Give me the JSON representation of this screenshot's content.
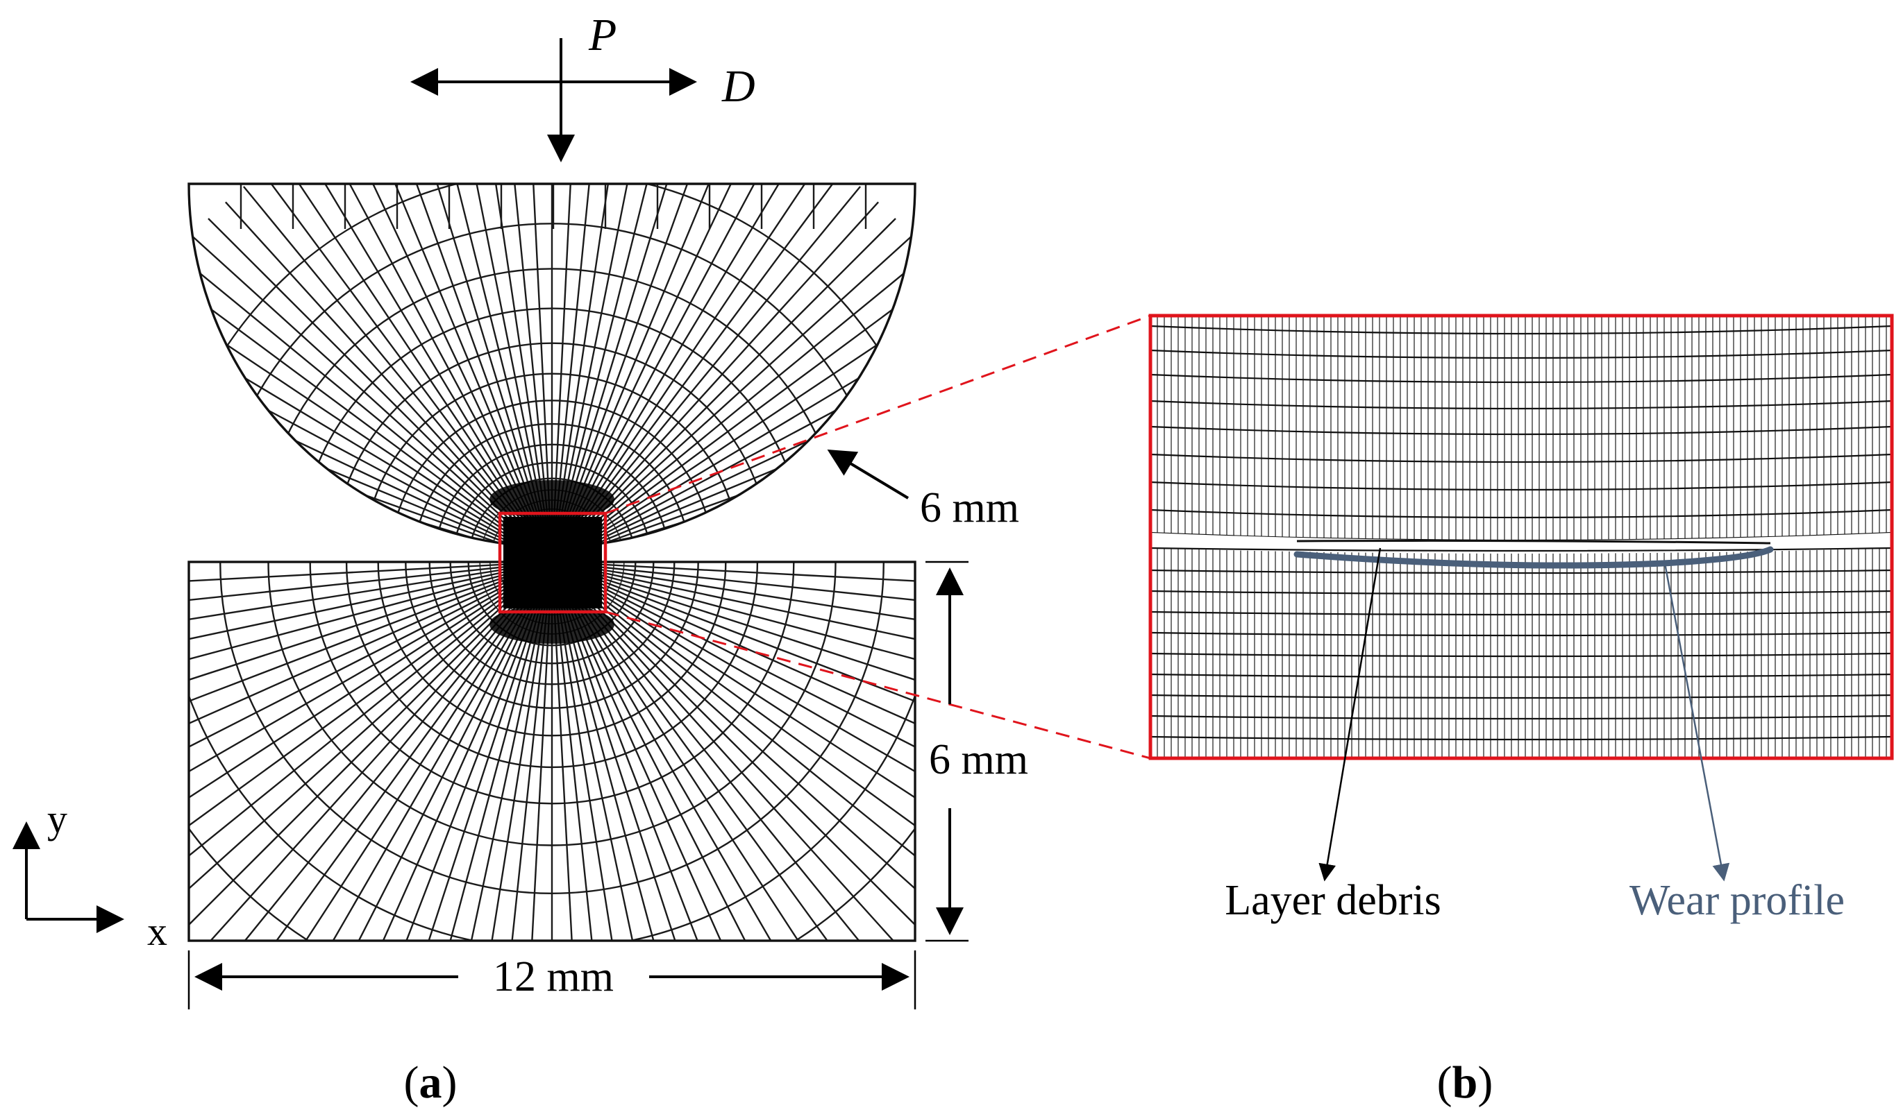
{
  "figure": {
    "load_label": "P",
    "direction_label": "D",
    "radius_label": "6 mm",
    "height_label": "6 mm",
    "width_label": "12 mm",
    "axis_x_label": "x",
    "axis_y_label": "y",
    "debris_label": "Layer debris",
    "wear_label": "Wear profile",
    "panel_a_label": "a",
    "panel_b_label": "b",
    "colors": {
      "mesh": "#1a1a1a",
      "zoom_box": "#e0141c",
      "wear_profile": "#4a5f7a",
      "background": "#ffffff"
    }
  }
}
